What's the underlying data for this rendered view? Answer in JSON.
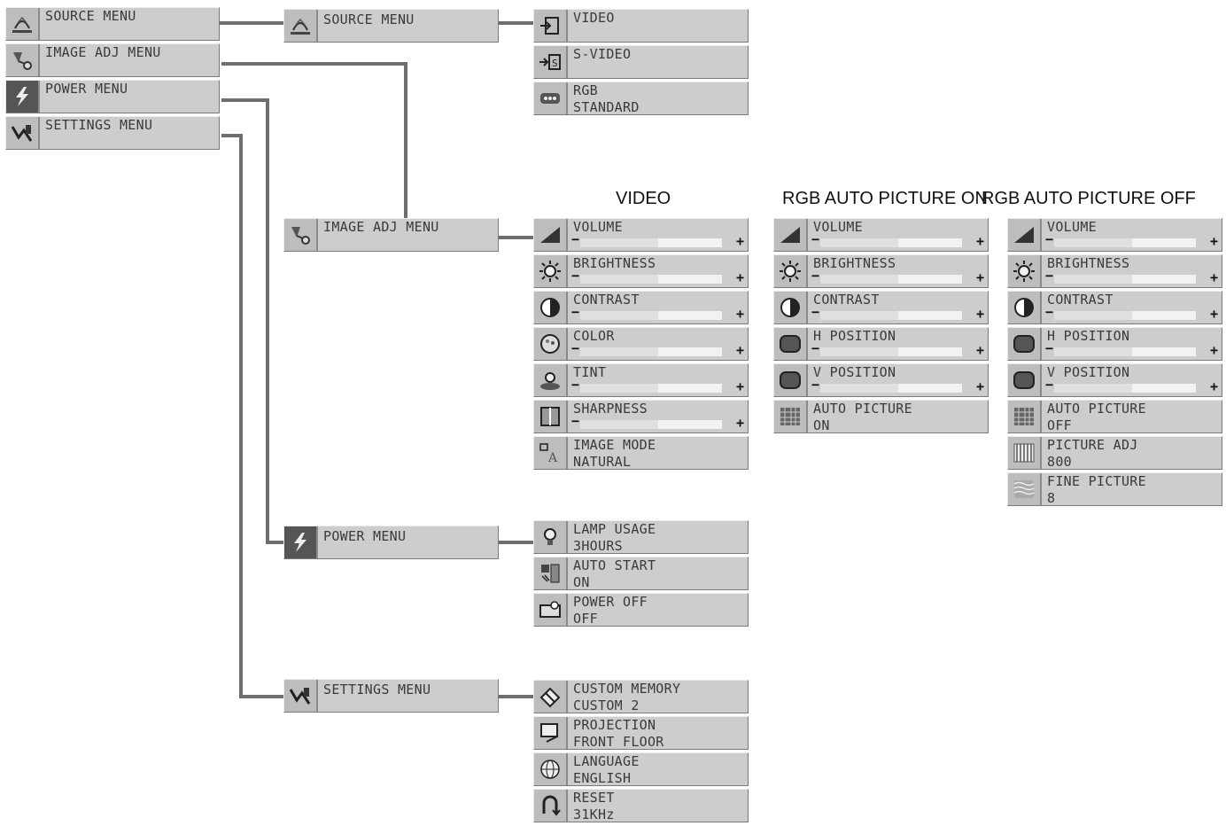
{
  "headers": {
    "video": "VIDEO",
    "rgb_on": "RGB AUTO PICTURE ON",
    "rgb_off": "RGB AUTO PICTURE OFF"
  },
  "main_menu": [
    {
      "icon": "source-icon",
      "label": "SOURCE MENU"
    },
    {
      "icon": "image-adj-icon",
      "label": "IMAGE ADJ MENU"
    },
    {
      "icon": "power-icon",
      "label": "POWER MENU"
    },
    {
      "icon": "settings-icon",
      "label": "SETTINGS MENU"
    }
  ],
  "submenus": {
    "source": "SOURCE MENU",
    "image_adj": "IMAGE ADJ MENU",
    "power": "POWER MENU",
    "settings": "SETTINGS MENU"
  },
  "source_items": [
    {
      "icon": "video-input-icon",
      "label": "VIDEO",
      "value": ""
    },
    {
      "icon": "svideo-input-icon",
      "label": "S-VIDEO",
      "value": ""
    },
    {
      "icon": "rgb-input-icon",
      "label": "RGB",
      "value": "STANDARD"
    }
  ],
  "video_items": {
    "sliders": [
      {
        "icon": "volume-icon",
        "label": "VOLUME",
        "minus": "−",
        "plus": "+",
        "level": 0.55
      },
      {
        "icon": "brightness-icon",
        "label": "BRIGHTNESS",
        "minus": "−",
        "plus": "+",
        "level": 0.55
      },
      {
        "icon": "contrast-icon",
        "label": "CONTRAST",
        "minus": "−",
        "plus": "+",
        "level": 0.55
      },
      {
        "icon": "color-icon",
        "label": "COLOR",
        "minus": "−",
        "plus": "+",
        "level": 0.55
      },
      {
        "icon": "tint-icon",
        "label": "TINT",
        "minus": "−",
        "plus": "+",
        "level": 0.55
      },
      {
        "icon": "sharpness-icon",
        "label": "SHARPNESS",
        "minus": "−",
        "plus": "+",
        "level": 0.55
      }
    ],
    "image_mode": {
      "icon": "image-mode-icon",
      "label": "IMAGE MODE",
      "value": "NATURAL"
    }
  },
  "rgb_on_items": {
    "sliders": [
      {
        "icon": "volume-icon",
        "label": "VOLUME",
        "minus": "−",
        "plus": "+",
        "level": 0.55
      },
      {
        "icon": "brightness-icon",
        "label": "BRIGHTNESS",
        "minus": "−",
        "plus": "+",
        "level": 0.55
      },
      {
        "icon": "contrast-icon",
        "label": "CONTRAST",
        "minus": "−",
        "plus": "+",
        "level": 0.55
      },
      {
        "icon": "h-position-icon",
        "label": "H POSITION",
        "minus": "−",
        "plus": "+",
        "level": 0.55
      },
      {
        "icon": "v-position-icon",
        "label": "V POSITION",
        "minus": "−",
        "plus": "+",
        "level": 0.55
      }
    ],
    "auto_picture": {
      "icon": "auto-picture-icon",
      "label": "AUTO PICTURE",
      "value": "ON"
    }
  },
  "rgb_off_items": {
    "sliders": [
      {
        "icon": "volume-icon",
        "label": "VOLUME",
        "minus": "−",
        "plus": "+",
        "level": 0.55
      },
      {
        "icon": "brightness-icon",
        "label": "BRIGHTNESS",
        "minus": "−",
        "plus": "+",
        "level": 0.55
      },
      {
        "icon": "contrast-icon",
        "label": "CONTRAST",
        "minus": "−",
        "plus": "+",
        "level": 0.55
      },
      {
        "icon": "h-position-icon",
        "label": "H POSITION",
        "minus": "−",
        "plus": "+",
        "level": 0.55
      },
      {
        "icon": "v-position-icon",
        "label": "V POSITION",
        "minus": "−",
        "plus": "+",
        "level": 0.55
      }
    ],
    "values": [
      {
        "icon": "auto-picture-icon",
        "label": "AUTO PICTURE",
        "value": "OFF"
      },
      {
        "icon": "picture-adj-icon",
        "label": "PICTURE ADJ",
        "value": "800"
      },
      {
        "icon": "fine-picture-icon",
        "label": "FINE PICTURE",
        "value": "8"
      }
    ]
  },
  "power_items": [
    {
      "icon": "lamp-icon",
      "label": "LAMP USAGE",
      "value": "3HOURS"
    },
    {
      "icon": "auto-start-icon",
      "label": "AUTO START",
      "value": "ON"
    },
    {
      "icon": "power-off-icon",
      "label": "POWER OFF",
      "value": "OFF"
    }
  ],
  "settings_items": [
    {
      "icon": "custom-memory-icon",
      "label": "CUSTOM MEMORY",
      "value": "CUSTOM 2"
    },
    {
      "icon": "projection-icon",
      "label": "PROJECTION",
      "value": "FRONT FLOOR"
    },
    {
      "icon": "language-icon",
      "label": "LANGUAGE",
      "value": "ENGLISH"
    },
    {
      "icon": "reset-icon",
      "label": "RESET",
      "value": "31KHz"
    }
  ]
}
